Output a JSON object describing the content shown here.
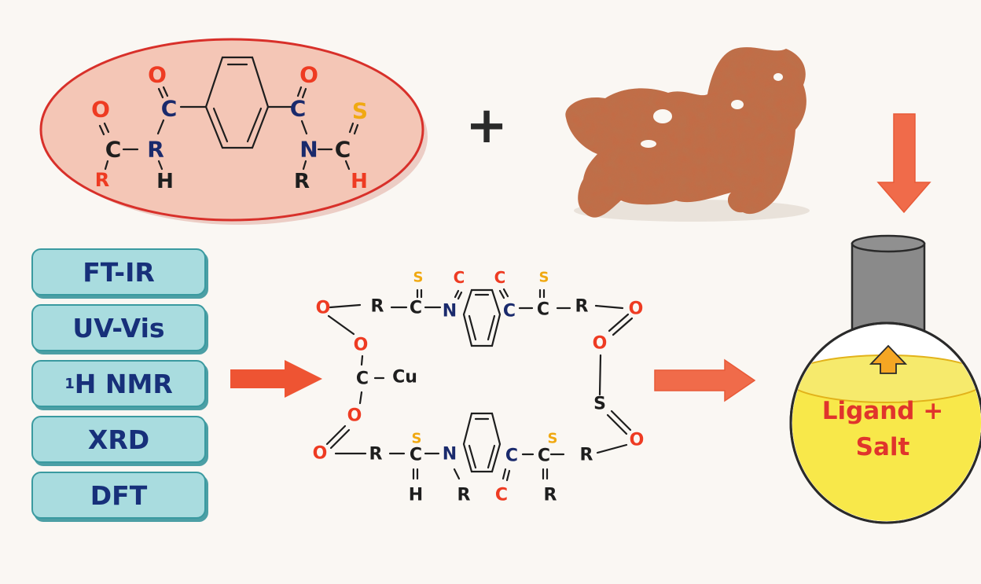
{
  "colors": {
    "background": "#faf7f3",
    "oxygen": "#ee3b22",
    "nitrogen": "#1a2a6c",
    "sulfur": "#f0a912",
    "carbon": "#1e1e1e",
    "arrow": "#ef5a36",
    "ellipse_fill": "#f4c6b6",
    "ellipse_stroke": "#d8302a",
    "tech_box_fill": "#a9dcdf",
    "tech_text": "#17307a",
    "flask_liquid": "#f8e84a",
    "flask_label": "#e0342c",
    "copper": "#c46b45"
  },
  "ligand": {
    "atoms": {
      "o_left": "O",
      "c_left": "C",
      "r_left_bottom": "R",
      "r_mid": "R",
      "h_mid": "H",
      "o_top_left": "O",
      "c_top_left": "C",
      "o_top_right": "O",
      "c_top_right": "C",
      "n": "N",
      "r_n": "R",
      "c_thio": "C",
      "s_thio": "S",
      "h_thio": "H"
    }
  },
  "plus_sign": "+",
  "copper_icon": "copper-nugget",
  "techniques": {
    "items": [
      {
        "label": "FT-IR"
      },
      {
        "label": "UV-Vis"
      },
      {
        "sup": "1",
        "label": "H NMR"
      },
      {
        "label": "XRD"
      },
      {
        "label": "DFT"
      }
    ]
  },
  "complex": {
    "top": {
      "o_left": "O",
      "r1": "R",
      "c1": "C",
      "s1": "S",
      "n1": "N",
      "c_n1": "C",
      "c_ring": "C",
      "c_ring_top": "C",
      "c2": "C",
      "s2": "S",
      "r2": "R",
      "o_right": "O"
    },
    "left": {
      "o_upper": "O",
      "c_center": "C",
      "cu": "Cu",
      "o_lower": "O"
    },
    "right": {
      "o_upper": "O",
      "s_center": "S"
    },
    "bottom": {
      "o_left": "O",
      "r1": "R",
      "c1": "C",
      "s1": "S",
      "h1": "H",
      "n1": "N",
      "r_n": "R",
      "c_ring": "C",
      "c_ring_bottom": "C",
      "c2": "C",
      "s2": "S",
      "r_c2": "R",
      "r2": "R",
      "o_right": "O"
    }
  },
  "flask": {
    "label_line1": "Ligand +",
    "label_line2": "Salt"
  }
}
